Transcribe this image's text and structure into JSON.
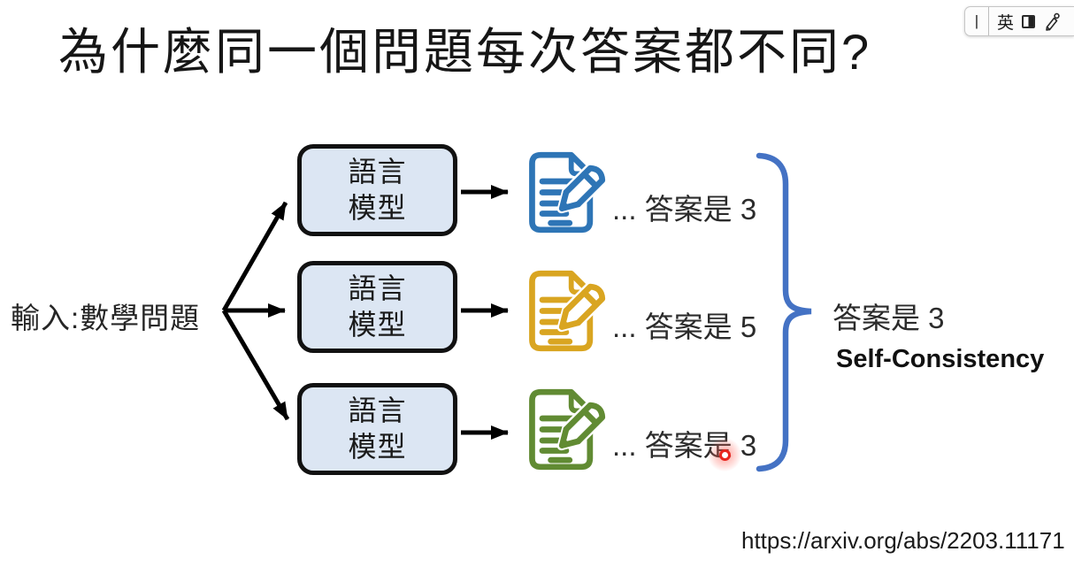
{
  "ime_bar": {
    "cursor": "|",
    "lang_label": "英",
    "layout_icon": "half-filled-square-icon",
    "handwriting_icon": "pen-icon"
  },
  "slide": {
    "title": "為什麼同一個問題每次答案都不同?",
    "input_label": "輸入:數學問題",
    "rows": [
      {
        "model_label": "語言\n模型",
        "answer": "... 答案是 3",
        "icon": "document-pencil-icon",
        "icon_color": "#2e75b6"
      },
      {
        "model_label": "語言\n模型",
        "answer": "... 答案是 5",
        "icon": "document-pencil-icon",
        "icon_color": "#d9a521"
      },
      {
        "model_label": "語言\n模型",
        "answer": "... 答案是 3",
        "icon": "document-pencil-icon",
        "icon_color": "#618b33"
      }
    ],
    "result": {
      "answer": "答案是 3",
      "method": "Self-Consistency"
    },
    "reference_url": "https://arxiv.org/abs/2203.11171"
  },
  "colors": {
    "title_text": "#161616",
    "body_text": "#262626",
    "box_fill": "#dce6f3",
    "box_border": "#111111",
    "arrow_black": "#000000",
    "brace_blue": "#4472c4",
    "icon_blue": "#2e75b6",
    "icon_yellow": "#d9a521",
    "icon_green": "#618b33",
    "laser_red": "#e8251d"
  }
}
